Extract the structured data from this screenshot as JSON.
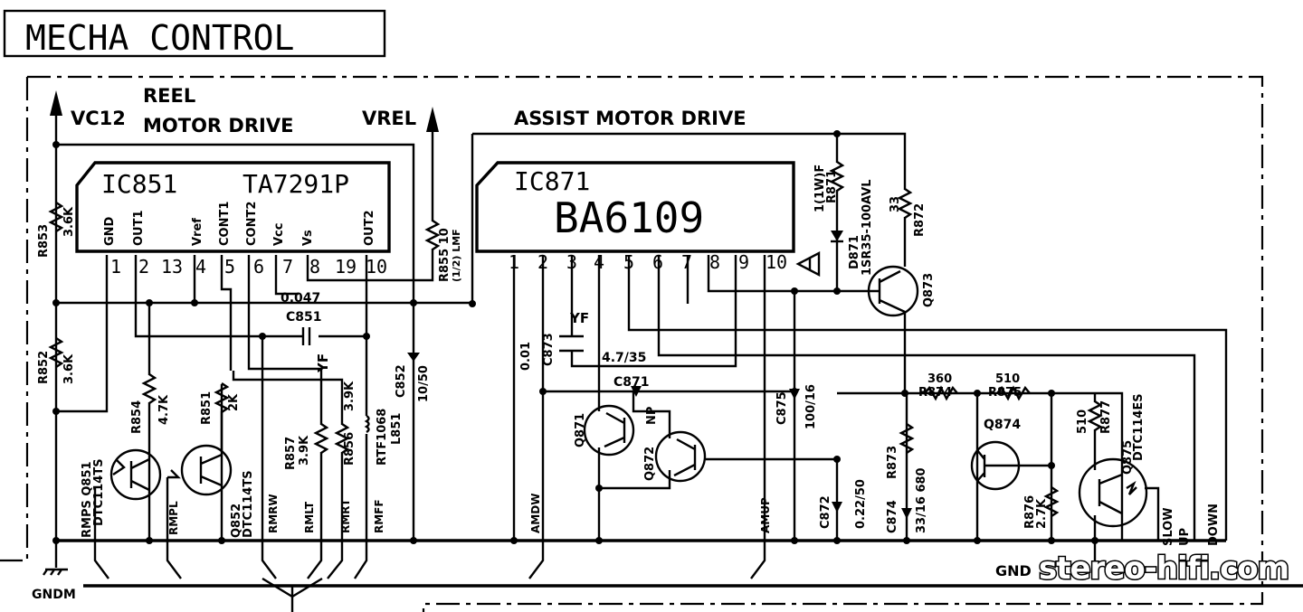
{
  "title": "MECHA CONTROL",
  "reel": {
    "heading_line1": "REEL",
    "heading_line2": "MOTOR DRIVE",
    "vc12": "VC12",
    "vrel": "VREL",
    "ic_ref": "IC851",
    "ic_part": "TA7291P",
    "pin_names": [
      "GND",
      "OUT1",
      "Vref",
      "CONT1",
      "CONT2",
      "Vcc",
      "Vs",
      "OUT2"
    ],
    "pin_numbers": [
      "1",
      "2",
      "13",
      "4",
      "5",
      "6",
      "7",
      "8",
      "19",
      "10"
    ],
    "r853": {
      "ref": "R853",
      "value": "3.6K"
    },
    "r852": {
      "ref": "R852",
      "value": "3.6K"
    },
    "r854": {
      "ref": "R854",
      "value": "4.7K"
    },
    "r851": {
      "ref": "R851",
      "value": "2K"
    },
    "r857": {
      "ref": "R857",
      "value": "3.9K"
    },
    "r856": {
      "ref": "R856",
      "value": "3.9K"
    },
    "r855": {
      "ref": "R855",
      "value": "10",
      "spec": "(1/2) LMF"
    },
    "c851": {
      "ref": "C851",
      "value": "0.047",
      "type": "YF"
    },
    "c852": {
      "ref": "C852",
      "value": "10/50"
    },
    "l851": {
      "ref": "L851",
      "value": "RTF1068"
    },
    "q851": {
      "ref": "Q851",
      "part": "DTC114TS"
    },
    "q852": {
      "ref": "Q852",
      "part": "DTC114TS"
    },
    "signals": [
      "RMPS",
      "RMPL",
      "RMRW",
      "RMLT",
      "RMRT",
      "RMFF"
    ],
    "ground": "GNDM"
  },
  "assist": {
    "heading": "ASSIST MOTOR DRIVE",
    "ic_ref": "IC871",
    "ic_part": "BA6109",
    "pin_numbers": [
      "1",
      "2",
      "3",
      "4",
      "5",
      "6",
      "7",
      "8",
      "9",
      "10"
    ],
    "r871": {
      "ref": "R871",
      "value": "1(1W)F"
    },
    "d871": {
      "ref": "D871",
      "part": "1SR35-100AVL"
    },
    "r872": {
      "ref": "R872",
      "value": "33"
    },
    "q873": {
      "ref": "Q873"
    },
    "c873": {
      "ref": "C873",
      "value": "0.01",
      "type": "YF"
    },
    "c873b": {
      "value": "4.7/35"
    },
    "c871": {
      "ref": "C871",
      "type": "NP"
    },
    "q871": {
      "ref": "Q871"
    },
    "q872": {
      "ref": "Q872"
    },
    "c875": {
      "ref": "C875",
      "value": "100/16"
    },
    "c872": {
      "ref": "C872",
      "value": "0.22/50"
    },
    "r873": {
      "ref": "R873",
      "value": "680"
    },
    "c874": {
      "ref": "C874",
      "value": "33/16"
    },
    "r874": {
      "ref": "R874",
      "value": "360"
    },
    "r875": {
      "ref": "R875",
      "value": "510"
    },
    "q874": {
      "ref": "Q874"
    },
    "r876": {
      "ref": "R876",
      "value": "2.7K"
    },
    "r877": {
      "ref": "R877",
      "value": "510"
    },
    "q875": {
      "ref": "Q875",
      "part": "DTC114ES"
    },
    "signals": [
      "AMDW",
      "AMUP",
      "SLOW",
      "UP",
      "DOWN"
    ],
    "ground": "GND"
  },
  "watermark": "stereo-hifi.com"
}
